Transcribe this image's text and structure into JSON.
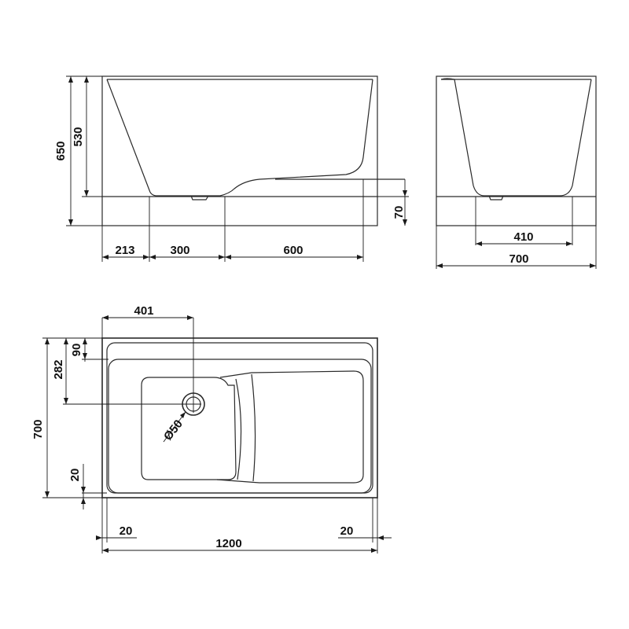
{
  "side_view": {
    "height_total": "650",
    "height_inner": "530",
    "height_base": "70",
    "len_a": "213",
    "len_b": "300",
    "len_c": "600"
  },
  "end_view": {
    "bottom_width": "410",
    "overall_width": "700"
  },
  "top_view": {
    "drain_x": "401",
    "drain_y": "282",
    "rim_top": "90",
    "drain_diameter": "Ø50",
    "overall_width": "700",
    "rim_bottom": "20",
    "rim_left": "20",
    "rim_right": "20",
    "overall_length": "1200"
  }
}
